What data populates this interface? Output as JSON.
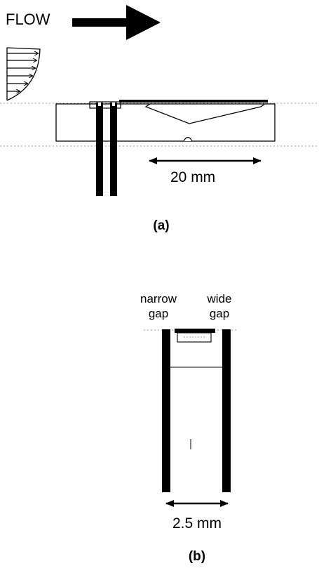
{
  "panel_a": {
    "flow_label": "FLOW",
    "dimension_label": "20 mm",
    "caption": "(a)"
  },
  "panel_b": {
    "left_gap_label": [
      "narrow",
      "gap"
    ],
    "right_gap_label": [
      "wide",
      "gap"
    ],
    "dimension_label": "2.5 mm",
    "caption": "(b)"
  },
  "colors": {
    "ink": "#000000",
    "dotted_line": "#9a9a9a",
    "background": "#ffffff"
  }
}
